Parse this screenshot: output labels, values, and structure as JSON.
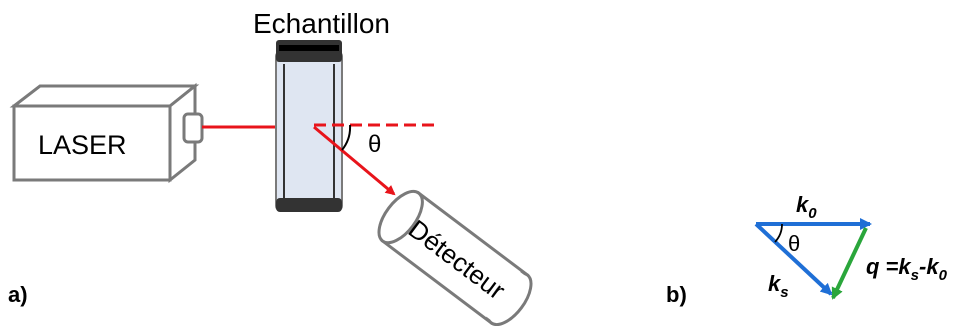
{
  "panel_a": {
    "label": "a)",
    "sample_label": "Echantillon",
    "laser_label": "LASER",
    "detector_label": "Détecteur",
    "angle_label": "θ"
  },
  "panel_b": {
    "label": "b)",
    "k0_base": "k",
    "k0_sub": "0",
    "ks_base": "k",
    "ks_sub": "s",
    "angle_label": "θ",
    "q_prefix": "q =",
    "q_ks_base": "k",
    "q_ks_sub": "s",
    "q_minus": "-",
    "q_k0_base": "k",
    "q_k0_sub": "0"
  },
  "colors": {
    "beam": "#e8141b",
    "vector_k": "#1f6fd6",
    "vector_q": "#2aa63b",
    "cell_fill": "#dfe6f2",
    "cap_fill": "#333333",
    "device_outline": "#7a7a7a"
  }
}
